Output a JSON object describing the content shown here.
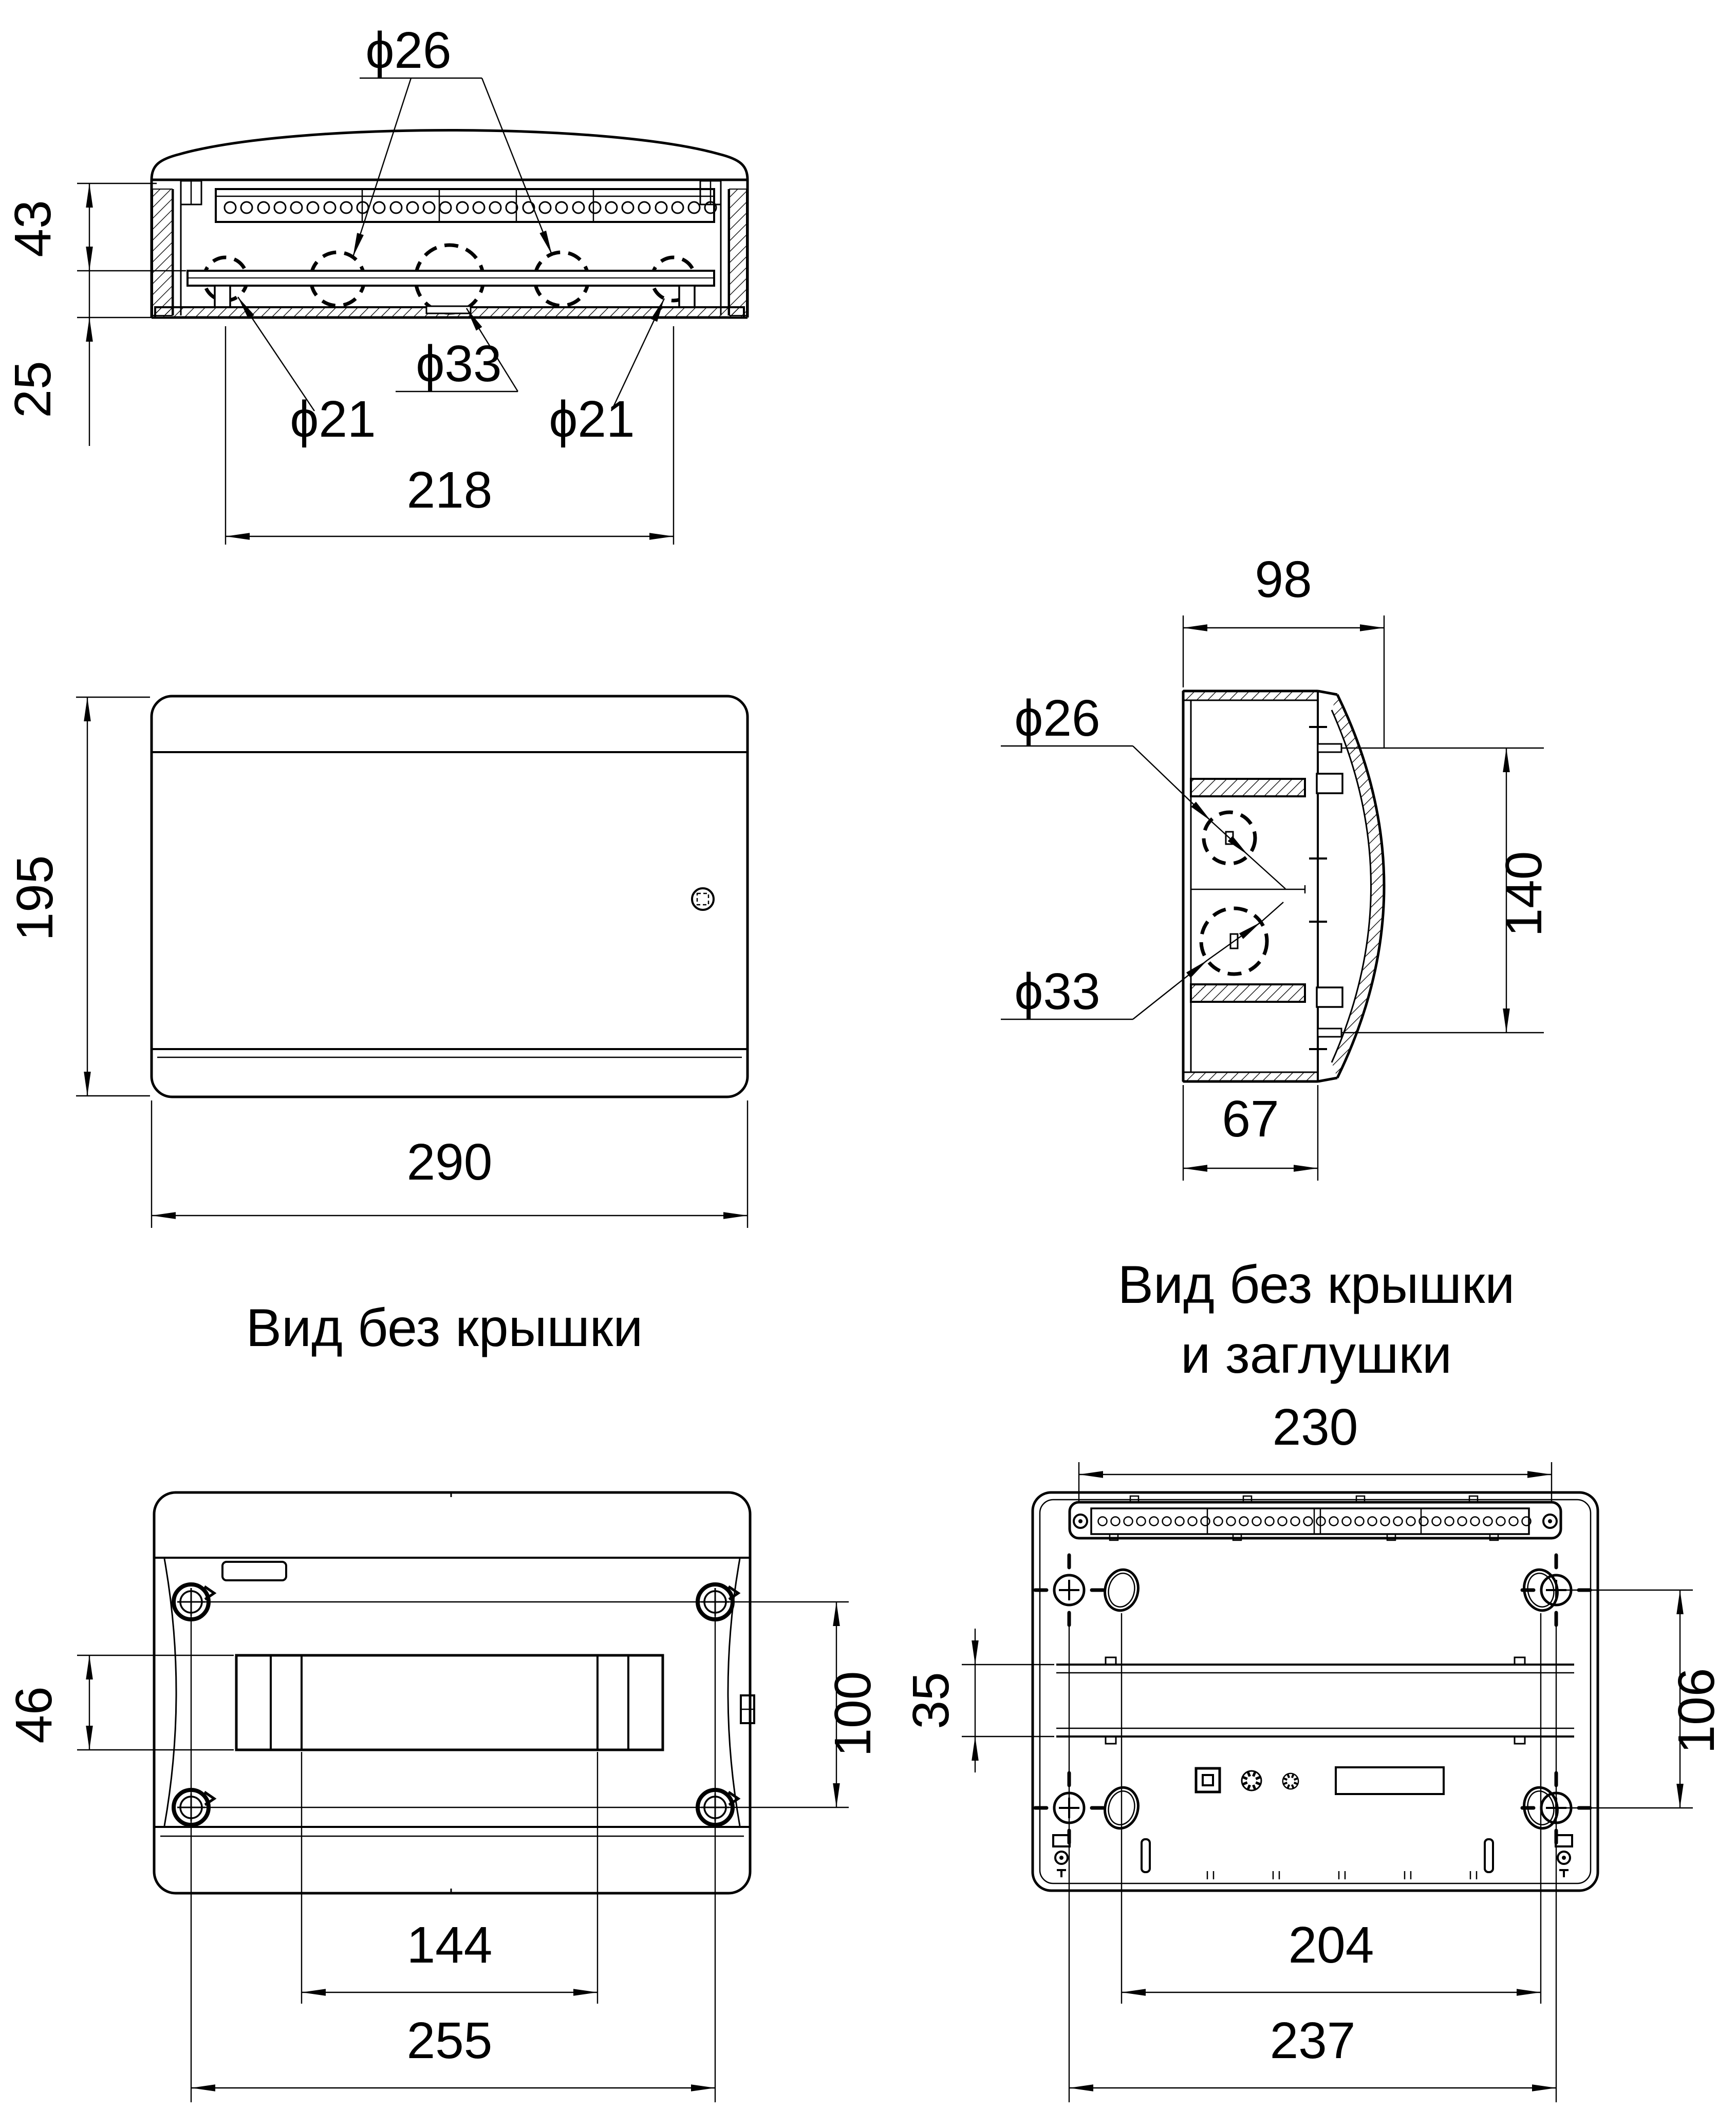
{
  "colors": {
    "line": "#000000",
    "background": "#ffffff"
  },
  "views": {
    "top_section": {
      "dims": {
        "upper_height": "43",
        "lower_height": "25",
        "knockout_span": "218"
      },
      "knockout_labels": {
        "d26": "ϕ26",
        "d33": "ϕ33",
        "d21_left": "ϕ21",
        "d21_right": "ϕ21"
      }
    },
    "front": {
      "caption": "Вид без крышки",
      "dims": {
        "height": "195",
        "width": "290"
      }
    },
    "side_section": {
      "caption_line1": "Вид без крышки",
      "caption_line2": "и заглушки",
      "dims": {
        "depth": "98",
        "window_height": "140",
        "body_depth": "67"
      },
      "knockout_labels": {
        "d26": "ϕ26",
        "d33": "ϕ33"
      }
    },
    "interior": {
      "dims": {
        "rail_width": "46",
        "screw_vertical": "100",
        "clip_span": "144",
        "screw_horizontal": "255"
      }
    },
    "back": {
      "dims": {
        "terminal_strip": "230",
        "rail_band": "35",
        "mount_vertical": "106",
        "hole_span": "204",
        "mount_span": "237"
      }
    }
  }
}
